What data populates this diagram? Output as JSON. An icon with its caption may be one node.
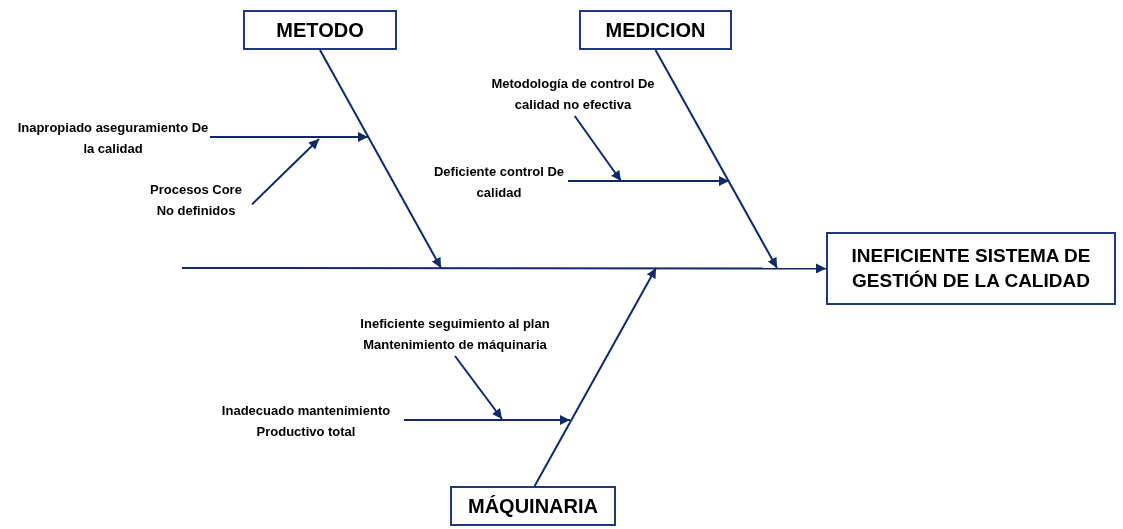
{
  "diagram": {
    "nodes": [
      {
        "text": [
          "METODO"
        ]
      },
      {
        "text": [
          "MEDICION"
        ]
      },
      {
        "text": [
          "INEFICIENTE SISTEMA DE GESTIÓN DE LA CALIDAD"
        ]
      },
      {
        "text": [
          "MÁQUINARIA"
        ]
      },
      {
        "text": [
          "Inapropiado aseguramiento De la calidad"
        ]
      },
      {
        "text": [
          "Procesos Core No definidos"
        ]
      },
      {
        "text": [
          "Metodología de control De calidad no efectiva"
        ]
      },
      {
        "text": [
          "Deficiente control De calidad"
        ]
      },
      {
        "text": [
          "Ineficiente seguimiento al plan Mantenimiento de máquinaria"
        ]
      },
      {
        "text": [
          "Inadecuado mantenimiento Productivo total"
        ]
      }
    ],
    "edges": [
      {
        "from": null,
        "to": 2,
        "arrow": "to"
      },
      {
        "from": 0,
        "to": null,
        "arrow": "to"
      },
      {
        "from": 1,
        "to": null,
        "arrow": "to"
      },
      {
        "from": 3,
        "to": null,
        "arrow": "to"
      },
      {
        "from": 4,
        "to": null,
        "arrow": "to"
      },
      {
        "from": 5,
        "to": null,
        "arrow": "to"
      },
      {
        "from": 6,
        "to": null,
        "arrow": "to"
      },
      {
        "from": 7,
        "to": null,
        "arrow": "to"
      },
      {
        "from": 8,
        "to": null,
        "arrow": "to"
      },
      {
        "from": 9,
        "to": null,
        "arrow": "to"
      }
    ]
  }
}
